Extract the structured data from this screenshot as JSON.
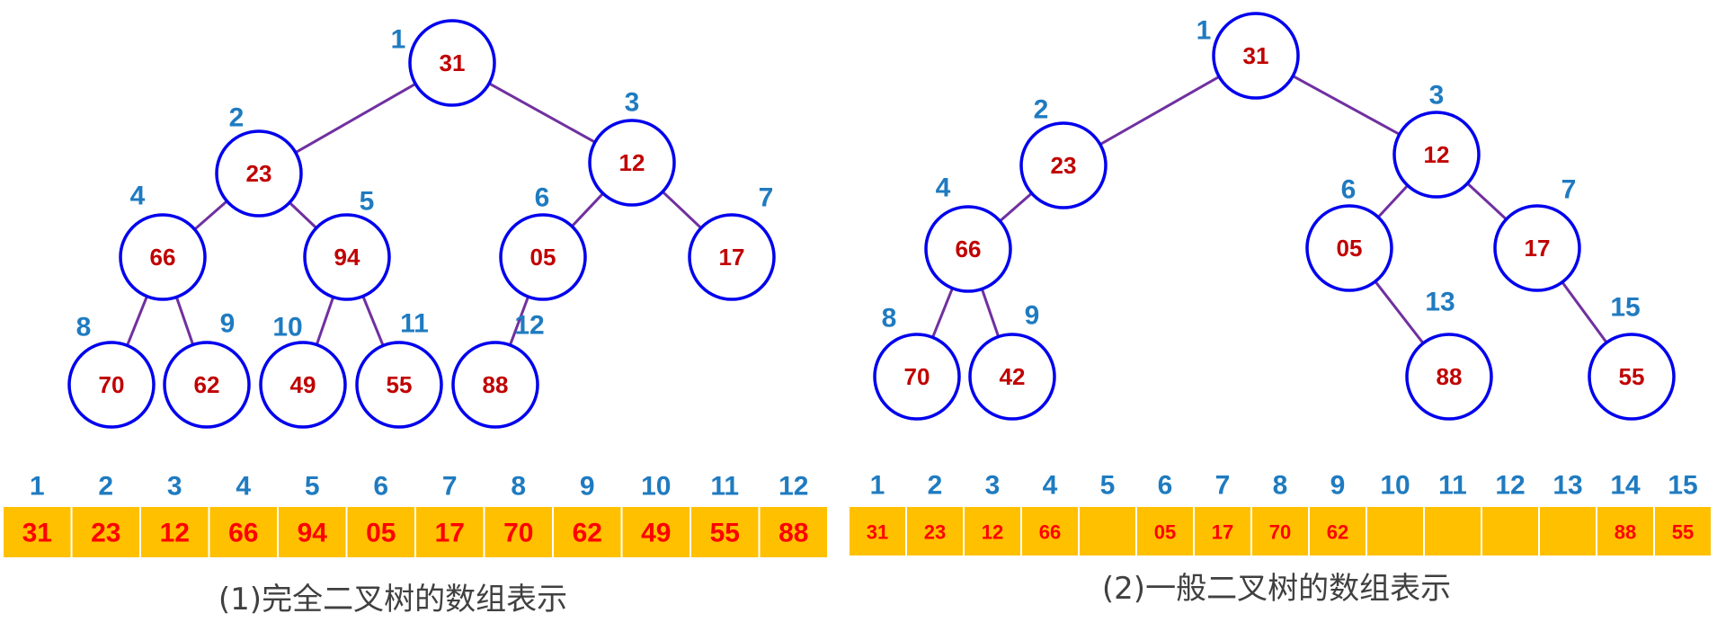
{
  "colors": {
    "node_stroke": "#0000ee",
    "node_text": "#c00000",
    "edge": "#7030a0",
    "index": "#1f7bc0",
    "cell_fill": "#ffc000",
    "cell_text": "#ff0000"
  },
  "diagrams": [
    {
      "name": "complete-tree",
      "caption": "(1)完全二叉树的数组表示",
      "nodes": [
        {
          "index": "1",
          "value": "31"
        },
        {
          "index": "2",
          "value": "23"
        },
        {
          "index": "3",
          "value": "12"
        },
        {
          "index": "4",
          "value": "66"
        },
        {
          "index": "5",
          "value": "94"
        },
        {
          "index": "6",
          "value": "05"
        },
        {
          "index": "7",
          "value": "17"
        },
        {
          "index": "8",
          "value": "70"
        },
        {
          "index": "9",
          "value": "62"
        },
        {
          "index": "10",
          "value": "49"
        },
        {
          "index": "11",
          "value": "55"
        },
        {
          "index": "12",
          "value": "88"
        }
      ],
      "edges": [
        [
          "1",
          "2"
        ],
        [
          "1",
          "3"
        ],
        [
          "2",
          "4"
        ],
        [
          "2",
          "5"
        ],
        [
          "3",
          "6"
        ],
        [
          "3",
          "7"
        ],
        [
          "4",
          "8"
        ],
        [
          "4",
          "9"
        ],
        [
          "5",
          "10"
        ],
        [
          "5",
          "11"
        ],
        [
          "6",
          "12"
        ]
      ],
      "array": [
        {
          "index": "1",
          "value": "31"
        },
        {
          "index": "2",
          "value": "23"
        },
        {
          "index": "3",
          "value": "12"
        },
        {
          "index": "4",
          "value": "66"
        },
        {
          "index": "5",
          "value": "94"
        },
        {
          "index": "6",
          "value": "05"
        },
        {
          "index": "7",
          "value": "17"
        },
        {
          "index": "8",
          "value": "70"
        },
        {
          "index": "9",
          "value": "62"
        },
        {
          "index": "10",
          "value": "49"
        },
        {
          "index": "11",
          "value": "55"
        },
        {
          "index": "12",
          "value": "88"
        }
      ]
    },
    {
      "name": "general-tree",
      "caption": "(2)一般二叉树的数组表示",
      "nodes": [
        {
          "index": "1",
          "value": "31"
        },
        {
          "index": "2",
          "value": "23"
        },
        {
          "index": "3",
          "value": "12"
        },
        {
          "index": "4",
          "value": "66"
        },
        {
          "index": "6",
          "value": "05"
        },
        {
          "index": "7",
          "value": "17"
        },
        {
          "index": "8",
          "value": "70"
        },
        {
          "index": "9",
          "value": "42"
        },
        {
          "index": "13",
          "value": "88"
        },
        {
          "index": "15",
          "value": "55"
        }
      ],
      "edges": [
        [
          "1",
          "2"
        ],
        [
          "1",
          "3"
        ],
        [
          "2",
          "4"
        ],
        [
          "3",
          "6"
        ],
        [
          "3",
          "7"
        ],
        [
          "4",
          "8"
        ],
        [
          "4",
          "9"
        ],
        [
          "6",
          "13"
        ],
        [
          "7",
          "15"
        ]
      ],
      "array": [
        {
          "index": "1",
          "value": "31"
        },
        {
          "index": "2",
          "value": "23"
        },
        {
          "index": "3",
          "value": "12"
        },
        {
          "index": "4",
          "value": "66"
        },
        {
          "index": "5",
          "value": ""
        },
        {
          "index": "6",
          "value": "05"
        },
        {
          "index": "7",
          "value": "17"
        },
        {
          "index": "8",
          "value": "70"
        },
        {
          "index": "9",
          "value": "62"
        },
        {
          "index": "10",
          "value": ""
        },
        {
          "index": "11",
          "value": ""
        },
        {
          "index": "12",
          "value": ""
        },
        {
          "index": "13",
          "value": ""
        },
        {
          "index": "14",
          "value": "88"
        },
        {
          "index": "15",
          "value": "55"
        }
      ]
    }
  ]
}
